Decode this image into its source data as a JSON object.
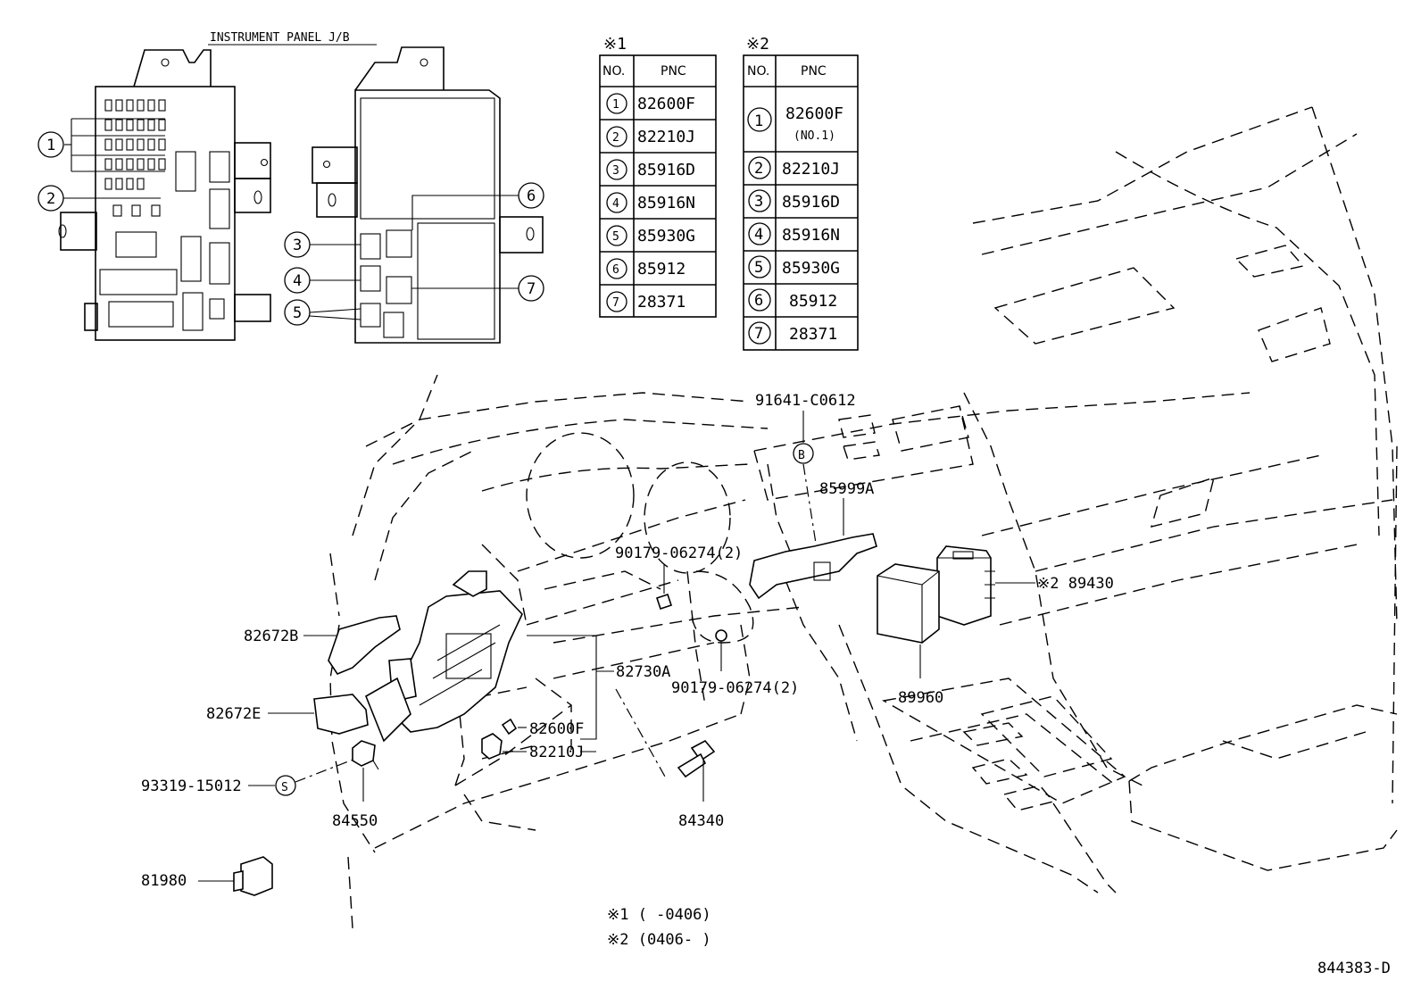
{
  "junction_block": {
    "title": "INSTRUMENT PANEL J/B",
    "callouts_left": [
      "1",
      "2"
    ],
    "callouts_right": [
      "3",
      "4",
      "5",
      "6",
      "7"
    ]
  },
  "table1": {
    "mark": "※1",
    "headers": [
      "NO.",
      "PNC"
    ],
    "rows": [
      {
        "no": "1",
        "pnc": "82600F"
      },
      {
        "no": "2",
        "pnc": "82210J"
      },
      {
        "no": "3",
        "pnc": "85916D"
      },
      {
        "no": "4",
        "pnc": "85916N"
      },
      {
        "no": "5",
        "pnc": "85930G"
      },
      {
        "no": "6",
        "pnc": "85912"
      },
      {
        "no": "7",
        "pnc": "28371"
      }
    ]
  },
  "table2": {
    "mark": "※2",
    "headers": [
      "NO.",
      "PNC"
    ],
    "rows": [
      {
        "no": "1",
        "pnc": "82600F",
        "sub": "(NO.1)"
      },
      {
        "no": "2",
        "pnc": "82210J"
      },
      {
        "no": "3",
        "pnc": "85916D"
      },
      {
        "no": "4",
        "pnc": "85916N"
      },
      {
        "no": "5",
        "pnc": "85930G"
      },
      {
        "no": "6",
        "pnc": "85912"
      },
      {
        "no": "7",
        "pnc": "28371"
      }
    ]
  },
  "parts": {
    "p91641": "91641-C0612",
    "p91641_mark": "B",
    "p85999a": "85999A",
    "p90179_upper": "90179-06274(2)",
    "p90179_lower": "90179-06274(2)",
    "p89430": "※2 89430",
    "p89960": "89960",
    "p82672b": "82672B",
    "p82672e": "82672E",
    "p82730a": "82730A",
    "p82600f": "82600F",
    "p82210j": "82210J",
    "p93319": "93319-15012",
    "p93319_mark": "S",
    "p84550": "84550",
    "p84340": "84340",
    "p81980": "81980"
  },
  "notes": {
    "note1": "※1 (     -0406)",
    "note2": "※2 (0406-     )"
  },
  "diagram_id": "844383-D"
}
